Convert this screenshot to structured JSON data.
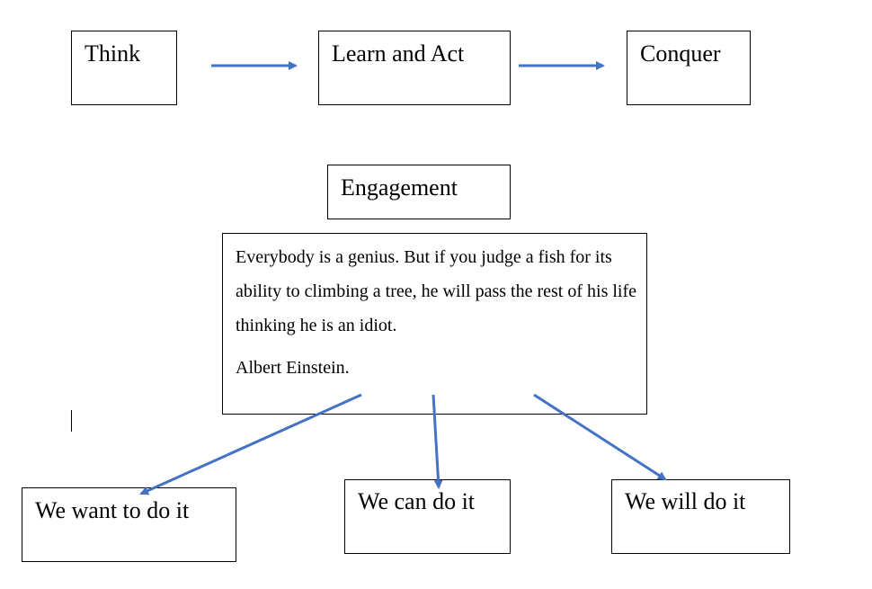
{
  "flow": {
    "step1": "Think",
    "step2": "Learn and Act",
    "step3": "Conquer"
  },
  "engagement": {
    "label": "Engagement",
    "quote": "Everybody is a genius. But if you judge a fish for its ability to climbing a tree, he will pass the rest of his life thinking he is an idiot.",
    "author": "Albert Einstein."
  },
  "outcomes": {
    "want": "We want to do it",
    "can": "We can do it",
    "will": "We will do it"
  },
  "colors": {
    "arrow": "#4472c4",
    "border": "#000000"
  }
}
